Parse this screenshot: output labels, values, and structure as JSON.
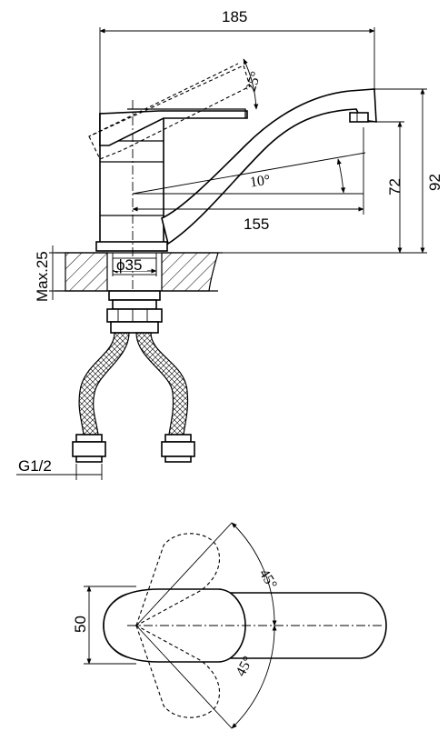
{
  "dimensions": {
    "overall_width": "185",
    "spout_reach": "155",
    "height_total": "92",
    "height_outlet": "72",
    "handle_angle": "25°",
    "spout_angle": "10°",
    "base_diameter": "ϕ35",
    "max_thickness": "Max.25",
    "thread": "G1/2",
    "handle_width": "50",
    "rotation_left": "45°",
    "rotation_right": "45°"
  }
}
